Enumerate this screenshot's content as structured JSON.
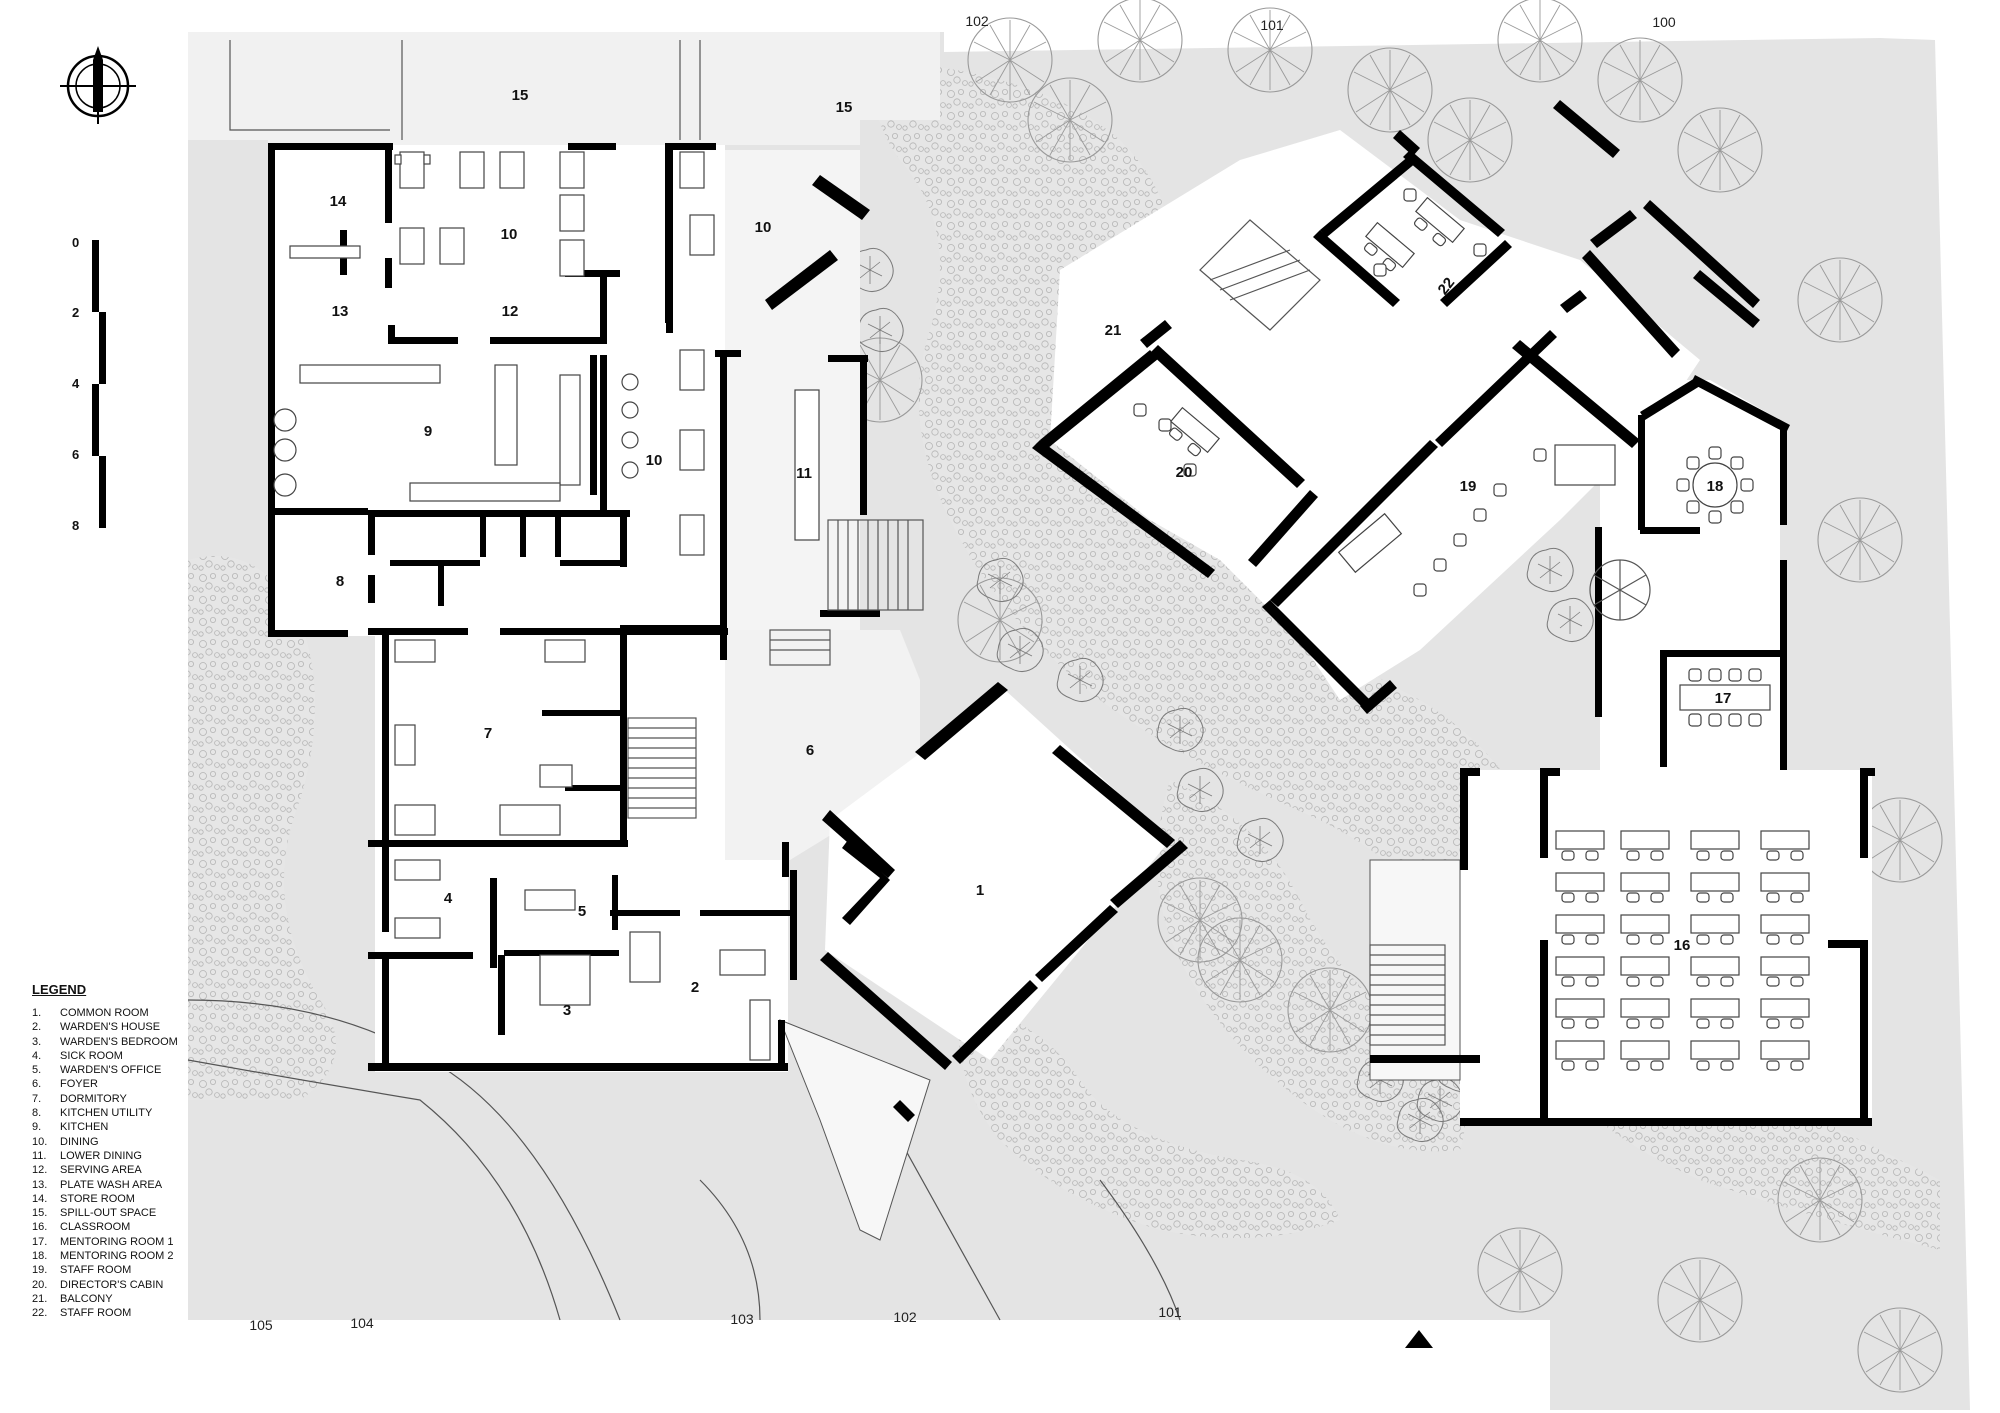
{
  "rooms": [
    {
      "num": "1"
    },
    {
      "num": "2"
    },
    {
      "num": "3"
    },
    {
      "num": "4"
    },
    {
      "num": "5"
    },
    {
      "num": "6"
    },
    {
      "num": "7"
    },
    {
      "num": "8"
    },
    {
      "num": "9"
    },
    {
      "num": "10"
    },
    {
      "num": "10"
    },
    {
      "num": "10"
    },
    {
      "num": "11"
    },
    {
      "num": "12"
    },
    {
      "num": "13"
    },
    {
      "num": "14"
    },
    {
      "num": "15"
    },
    {
      "num": "15"
    },
    {
      "num": "16"
    },
    {
      "num": "17"
    },
    {
      "num": "18"
    },
    {
      "num": "19"
    },
    {
      "num": "20"
    },
    {
      "num": "21"
    },
    {
      "num": "22"
    }
  ],
  "contours_top": [
    "102",
    "101",
    "100"
  ],
  "contours_bottom": [
    "105",
    "104",
    "103",
    "102",
    "101"
  ],
  "scale_bar": [
    "0",
    "2",
    "4",
    "6",
    "8"
  ],
  "legend": {
    "title": "LEGEND",
    "items": [
      {
        "num": "1.",
        "label": "COMMON ROOM"
      },
      {
        "num": "2.",
        "label": "WARDEN'S HOUSE"
      },
      {
        "num": "3.",
        "label": "WARDEN'S BEDROOM"
      },
      {
        "num": "4.",
        "label": "SICK ROOM"
      },
      {
        "num": "5.",
        "label": "WARDEN'S OFFICE"
      },
      {
        "num": "6.",
        "label": "FOYER"
      },
      {
        "num": "7.",
        "label": "DORMITORY"
      },
      {
        "num": "8.",
        "label": "KITCHEN UTILITY"
      },
      {
        "num": "9.",
        "label": "KITCHEN"
      },
      {
        "num": "10.",
        "label": "DINING"
      },
      {
        "num": "11.",
        "label": "LOWER DINING"
      },
      {
        "num": "12.",
        "label": "SERVING AREA"
      },
      {
        "num": "13.",
        "label": "PLATE WASH AREA"
      },
      {
        "num": "14.",
        "label": "STORE ROOM"
      },
      {
        "num": "15.",
        "label": "SPILL-OUT SPACE"
      },
      {
        "num": "16.",
        "label": "CLASSROOM"
      },
      {
        "num": "17.",
        "label": "MENTORING ROOM 1"
      },
      {
        "num": "18.",
        "label": "MENTORING ROOM 2"
      },
      {
        "num": "19.",
        "label": "STAFF ROOM"
      },
      {
        "num": "20.",
        "label": "DIRECTOR'S CABIN"
      },
      {
        "num": "21.",
        "label": "BALCONY"
      },
      {
        "num": "22.",
        "label": "STAFF ROOM"
      }
    ]
  }
}
